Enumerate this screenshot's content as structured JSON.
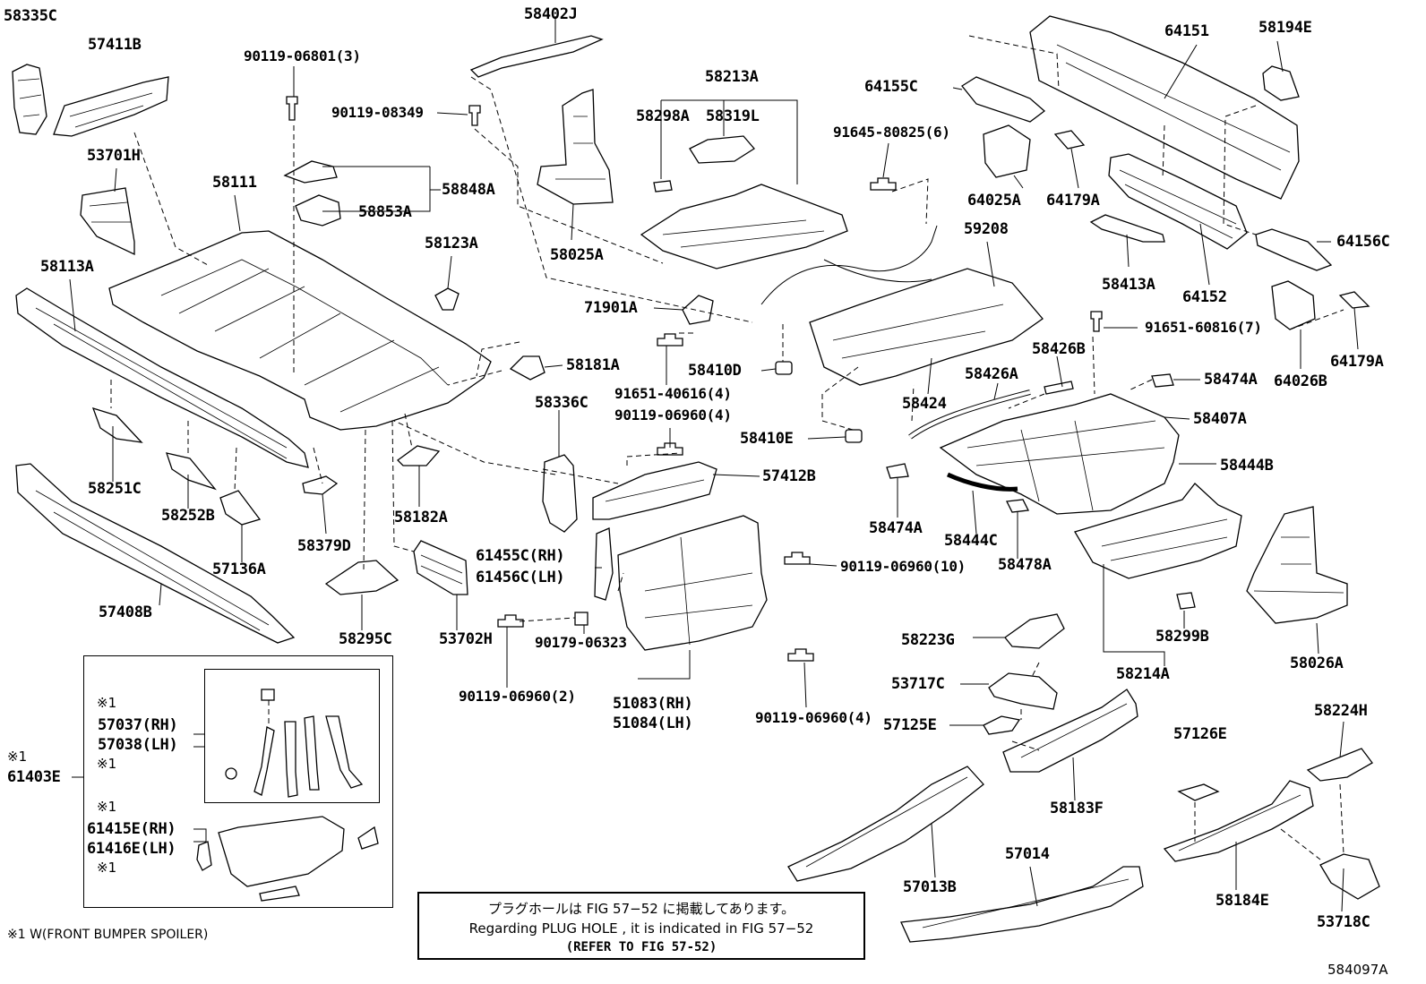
{
  "labels": {
    "p58335C": "58335C",
    "p57411B": "57411B",
    "p58402J": "58402J",
    "p90119_06801": "90119-06801(3)",
    "p90119_08349": "90119-08349",
    "p58213A": "58213A",
    "p64151": "64151",
    "p58194E": "58194E",
    "p64155C": "64155C",
    "p58298A": "58298A",
    "p58319L": "58319L",
    "p91645_80825": "91645-80825(6)",
    "p53701H": "53701H",
    "p58111": "58111",
    "p58848A": "58848A",
    "p58853A": "58853A",
    "p64025A": "64025A",
    "p64179A_1": "64179A",
    "p58025A": "58025A",
    "p58123A": "58123A",
    "p59208": "59208",
    "p64156C": "64156C",
    "p58113A": "58113A",
    "p58413A": "58413A",
    "p64152": "64152",
    "p71901A": "71901A",
    "p91651_60816": "91651-60816(7)",
    "p58181A": "58181A",
    "p58410D": "58410D",
    "p58426B": "58426B",
    "p64179A_2": "64179A",
    "p64026B": "64026B",
    "p91651_40616": "91651-40616(4)",
    "p90119_06960_4a": "90119-06960(4)",
    "p58426A": "58426A",
    "p58474A_1": "58474A",
    "p58336C": "58336C",
    "p58424": "58424",
    "p58407A": "58407A",
    "p58410E": "58410E",
    "p58251C": "58251C",
    "p57412B": "57412B",
    "p58444B": "58444B",
    "p58252B": "58252B",
    "p58182A": "58182A",
    "p58474A_2": "58474A",
    "p58444C": "58444C",
    "p58379D": "58379D",
    "p61455C": "61455C(RH)",
    "p61456C": "61456C(LH)",
    "p57136A": "57136A",
    "p90119_06960_10": "90119-06960(10)",
    "p58478A": "58478A",
    "p57408B": "57408B",
    "p58295C": "58295C",
    "p53702H": "53702H",
    "p90179_06323": "90179-06323",
    "p58299B": "58299B",
    "p58223G": "58223G",
    "p58026A": "58026A",
    "p58214A": "58214A",
    "p90119_06960_2": "90119-06960(2)",
    "p51083": "51083(RH)",
    "p51084": "51084(LH)",
    "p53717C": "53717C",
    "p90119_06960_4b": "90119-06960(4)",
    "p57125E": "57125E",
    "p57126E": "57126E",
    "p58224H": "58224H",
    "p58183F": "58183F",
    "p57014": "57014",
    "p57013B": "57013B",
    "p58184E": "58184E",
    "p53718C": "53718C",
    "p57037": "57037(RH)",
    "p57038": "57038(LH)",
    "p61403E": "61403E",
    "p61415E": "61415E(RH)",
    "p61416E": "61416E(LH)"
  },
  "marks": {
    "m1": "※1",
    "m2": "※1",
    "m3": "※1",
    "m4": "※1",
    "m5": "※1"
  },
  "note": {
    "line1": "プラグホールは FIG 57−52 に掲載してあります。",
    "line2": "Regarding PLUG HOLE , it is indicated in FIG 57−52",
    "line3": "(REFER TO FIG 57-52)"
  },
  "footnote": "※1 W(FRONT BUMPER SPOILER)",
  "figure_id": "584097A"
}
